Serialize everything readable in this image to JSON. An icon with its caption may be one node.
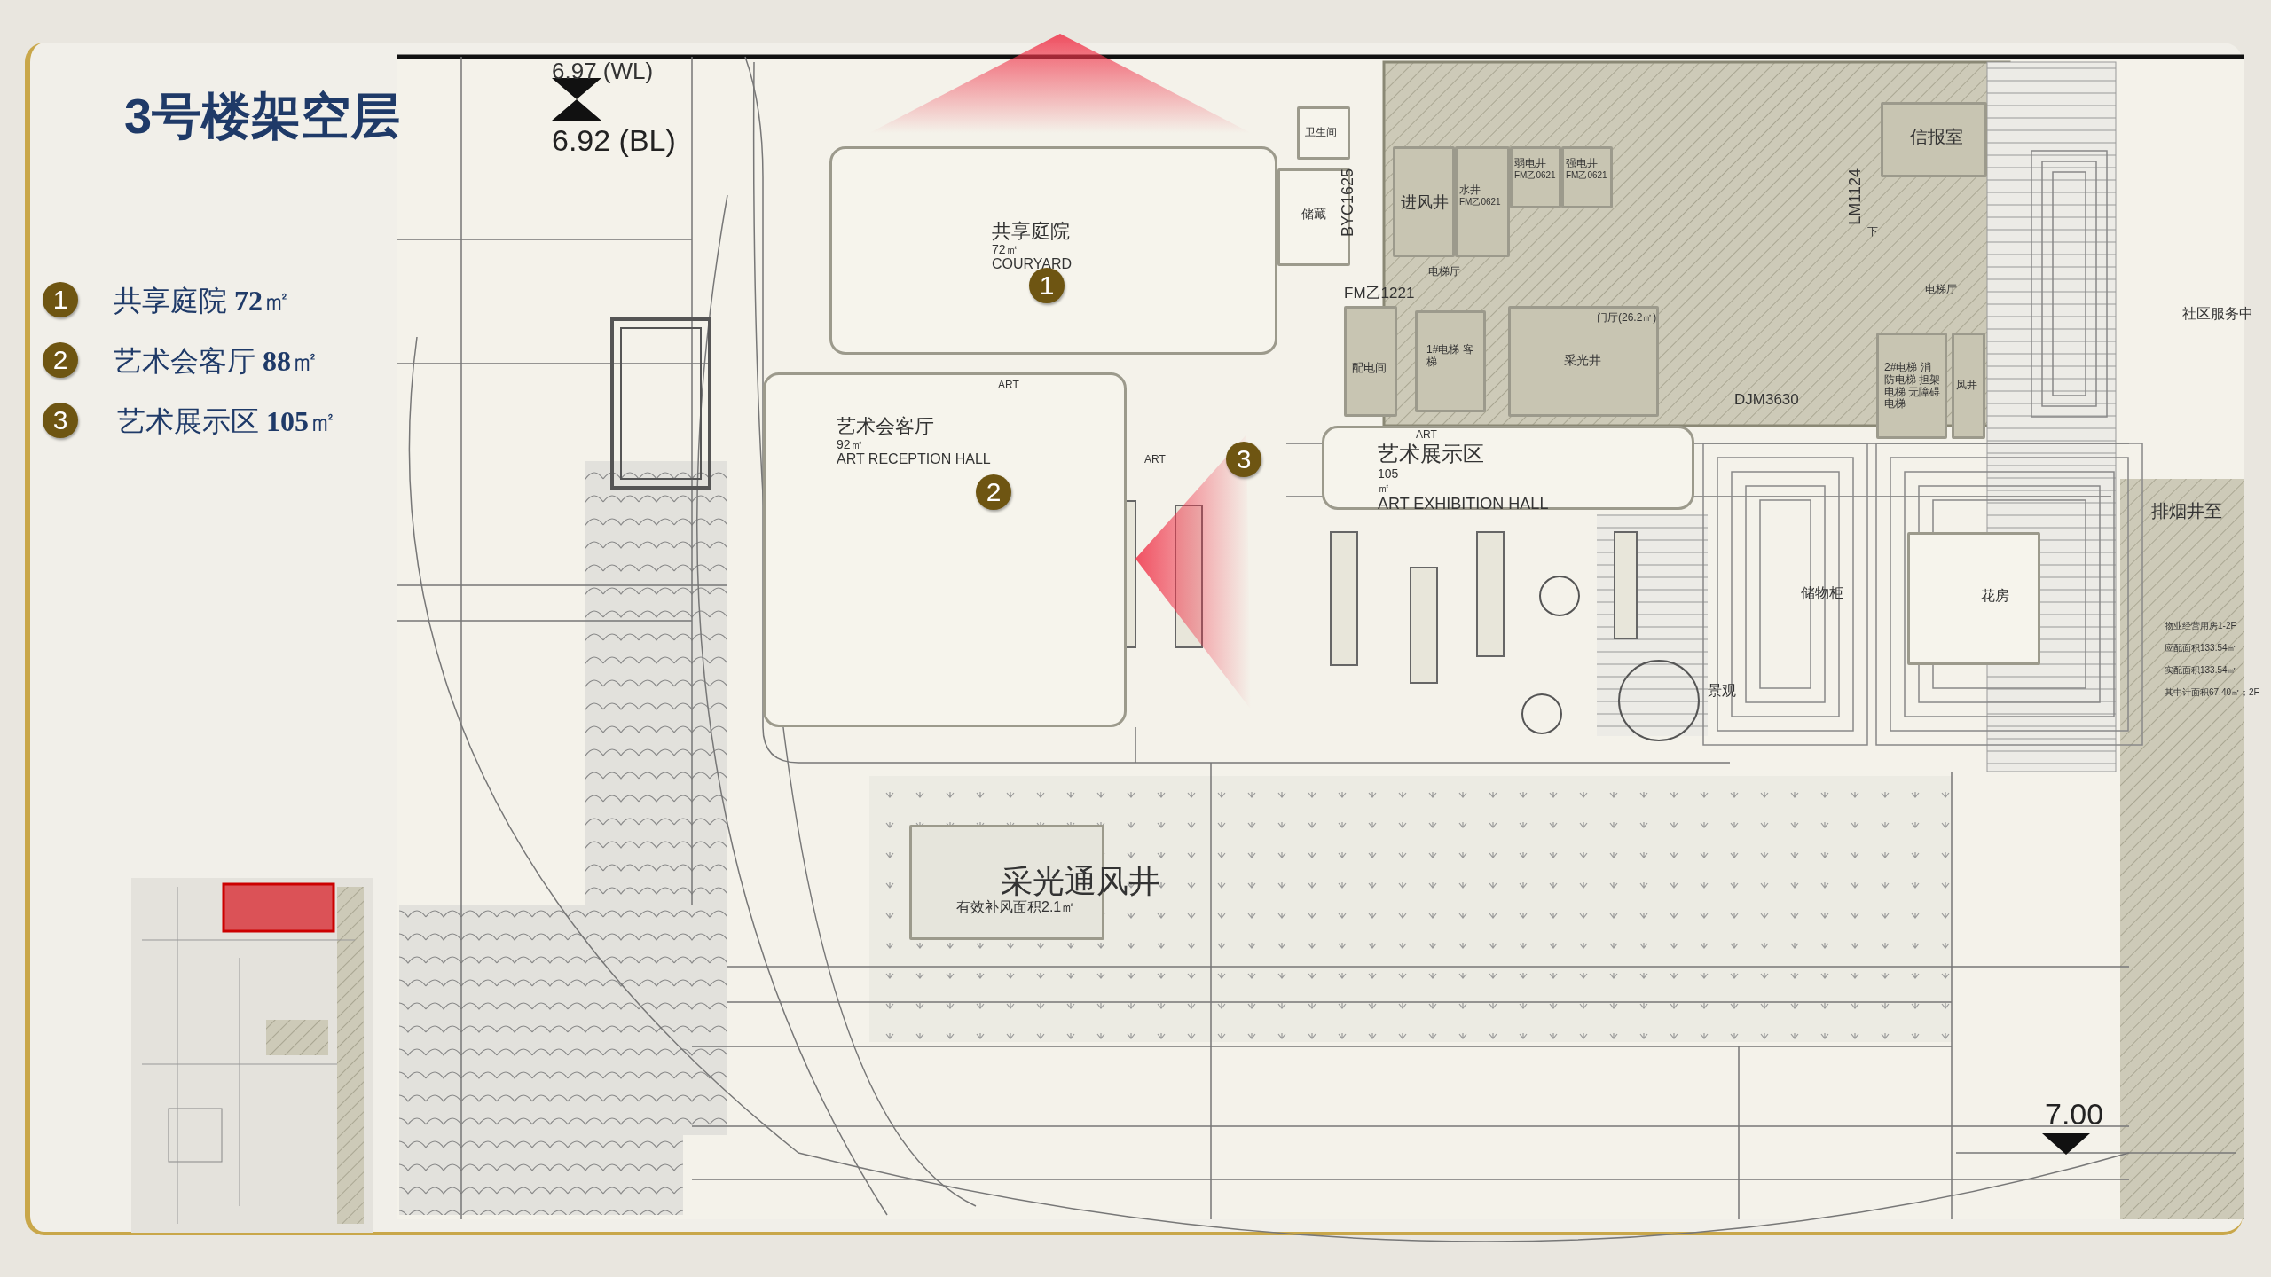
{
  "diagram": {
    "title": "3号楼架空层",
    "nodes": [
      {
        "text": [
          "共享庭院",
          "72㎡",
          "COURYARD"
        ]
      },
      {
        "text": [
          "艺术会客厅",
          "92㎡",
          "ART RECEPTION HALL"
        ]
      },
      {
        "text": [
          "艺术展示区",
          "105",
          "㎡",
          "ART EXHIBITION HALL"
        ]
      },
      {
        "text": [
          "卫生间"
        ]
      },
      {
        "text": [
          "储藏"
        ]
      },
      {
        "text": [
          "进风井"
        ]
      },
      {
        "text": [
          "水井",
          "FM乙0621"
        ]
      },
      {
        "text": [
          "弱电井",
          "FM乙0621"
        ]
      },
      {
        "text": [
          "强电井",
          "FM乙0621"
        ]
      },
      {
        "text": [
          "配电间"
        ]
      },
      {
        "text": [
          "1#电梯 客梯"
        ]
      },
      {
        "text": [
          "采光井"
        ]
      },
      {
        "text": [
          "2#电梯 消防电梯 担架电梯 无障碍电梯"
        ]
      },
      {
        "text": [
          "风井"
        ]
      },
      {
        "text": [
          "信报室"
        ]
      },
      {
        "text": [
          "采光通风井",
          "有效补风面积2.1㎡"
        ]
      },
      {
        "text": [
          "花房"
        ]
      }
    ],
    "labels": [
      "1",
      "2",
      "3",
      "6.97 (WL)",
      "6.92 (BL)",
      "1",
      "BYC1625",
      "LM1124",
      "下",
      "电梯厅",
      "FM乙1221",
      "门厅(26.2㎡)",
      "电梯厅",
      "社区服务中",
      "ART",
      "2",
      "ART",
      "3",
      "DJM3630",
      "ART",
      "排烟井至",
      "储物柜",
      "景观",
      "物业经营用房1-2F",
      "应配面积133.54㎡",
      "实配面积133.54㎡",
      "其中计面积67.40㎡；2F",
      "7.00"
    ],
    "legend": [
      {
        "text": "共享庭院 **72**㎡"
      },
      {
        "text": "艺术会客厅 **88**㎡"
      },
      {
        "text": "艺术展示区 **105**㎡"
      }
    ]
  }
}
